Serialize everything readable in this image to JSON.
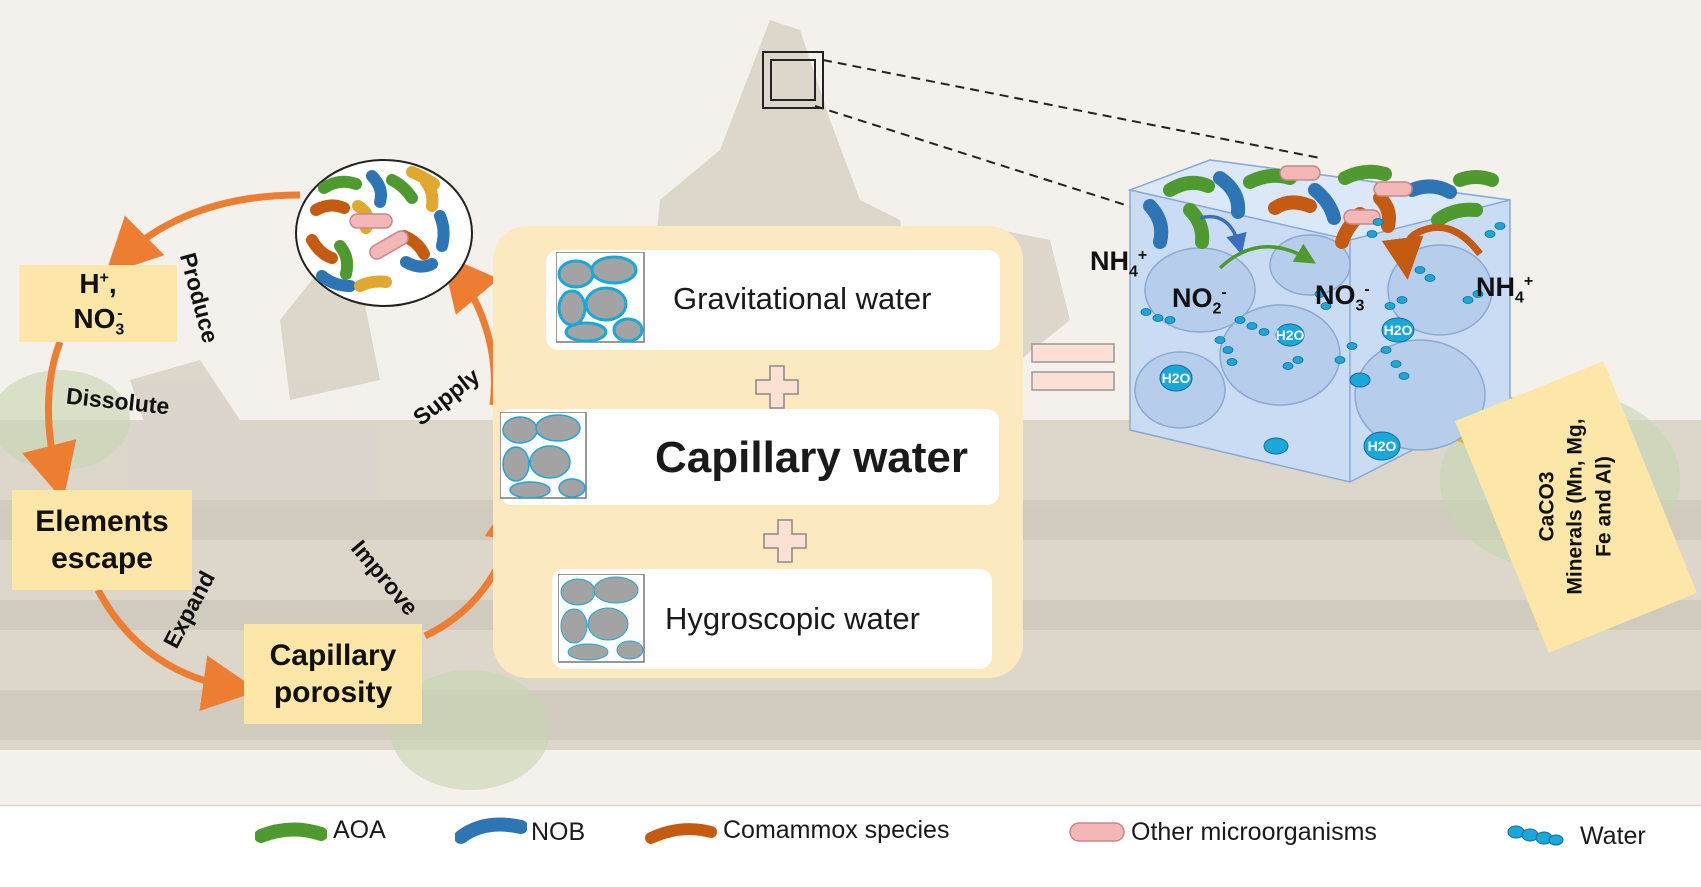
{
  "cycle": {
    "produce": "Produce",
    "h_no3_box": {
      "h": "H",
      "h_sup": "+",
      "sep": ", NO",
      "no3_sub": "3",
      "no3_sup": "-"
    },
    "dissolute": "Dissolute",
    "elements_escape_line1": "Elements",
    "elements_escape_line2": "escape",
    "expand": "Expand",
    "capillary_porosity_line1": "Capillary",
    "capillary_porosity_line2": "porosity",
    "improve": "Improve",
    "supply": "Supply"
  },
  "water_panel": {
    "gravitational": "Gravitational water",
    "capillary": "Capillary water",
    "hygroscopic": "Hygroscopic water"
  },
  "cube_labels": {
    "nh4_left": {
      "base": "NH",
      "sub": "4",
      "sup": "+"
    },
    "no2": {
      "base": "NO",
      "sub": "2",
      "sup": "-"
    },
    "no3": {
      "base": "NO",
      "sub": "3",
      "sup": "-"
    },
    "nh4_right": {
      "base": "NH",
      "sub": "4",
      "sup": "+"
    },
    "h2o": "H2O"
  },
  "minerals": {
    "line1": "CaCO3",
    "line2": "Minerals (Mn, Mg,",
    "line3": "Fe and Al)"
  },
  "legend": {
    "aoa": "AOA",
    "nob": "NOB",
    "comammox": "Comammox species",
    "other": "Other microorganisms",
    "water": "Water"
  },
  "colors": {
    "arrow_orange": "#ed7d31",
    "aoa_green": "#4e9a2f",
    "nob_blue": "#2e75b6",
    "comammox_orange": "#c55a11",
    "other_pink": "#f4b7b7",
    "water_cyan": "#1aa7d9",
    "box_yellow": "#fde7a8",
    "panel_cream": "#fde9bf"
  }
}
